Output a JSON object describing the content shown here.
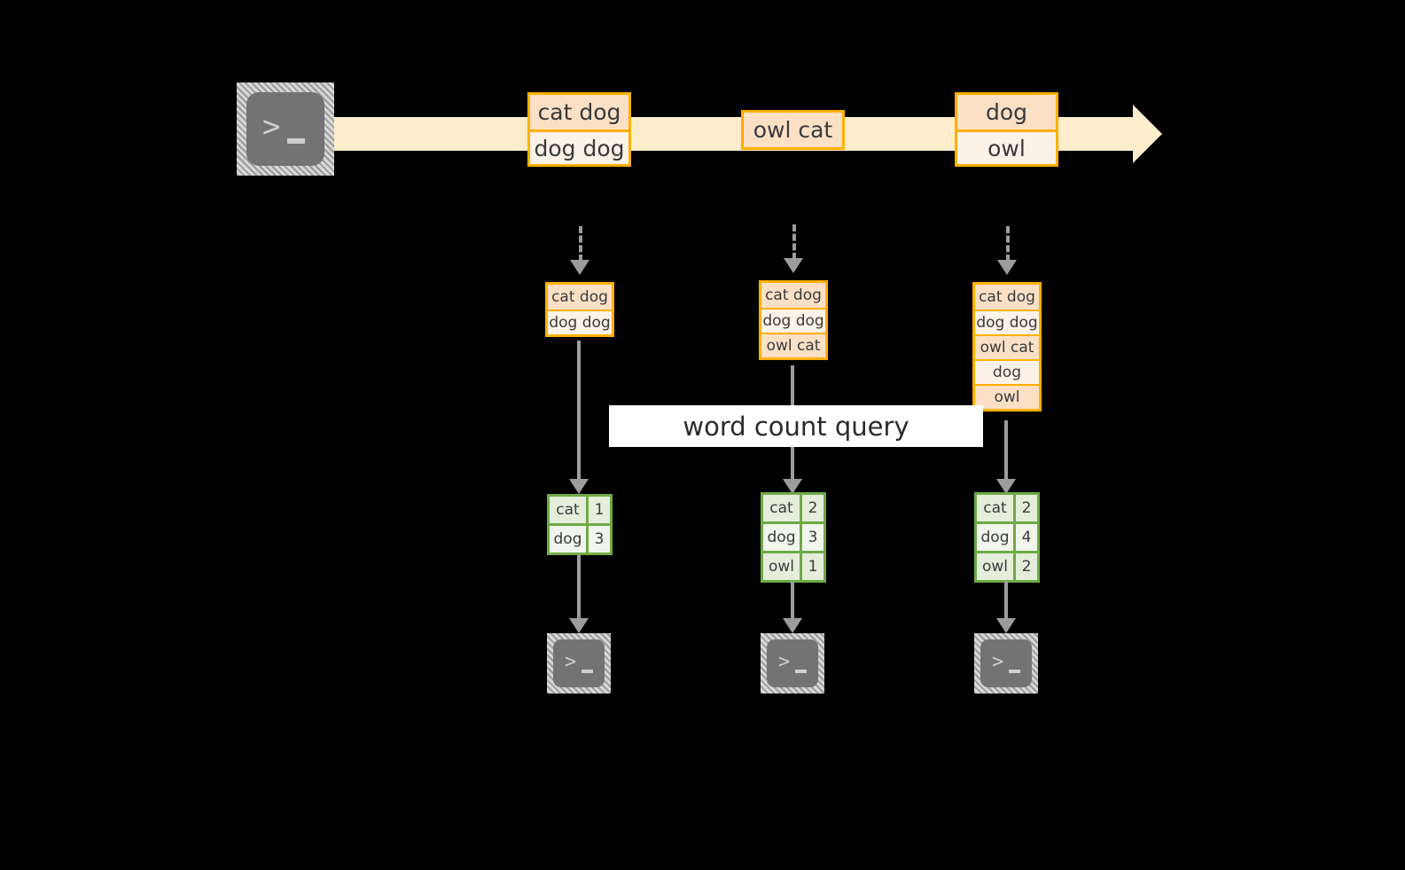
{
  "diagram": {
    "title_banner": "word count query",
    "colors": {
      "stream_fill": "#FDEDCB",
      "event_border": "#FFB000",
      "event_fill_alt": "#FBE0C6",
      "event_fill_plain": "#FDF2E7",
      "result_border": "#6FAA46",
      "result_fill": "#F1F6EC",
      "result_fill_shade": "#E4EEDB",
      "connector": "#9C9C9C",
      "terminal_body": "#737373",
      "background": "#000000"
    },
    "source": {
      "icon": "terminal-icon",
      "prompt_glyph": ">",
      "cursor_glyph": "_"
    },
    "stream": {
      "direction_icon": "arrow-right-icon",
      "events": [
        {
          "lines": [
            "cat dog",
            "dog dog"
          ]
        },
        {
          "lines": [
            "owl cat"
          ]
        },
        {
          "lines": [
            "dog",
            "owl"
          ]
        }
      ]
    },
    "snapshots": [
      {
        "label": "snapshot-1",
        "accumulated": [
          "cat dog",
          "dog dog"
        ],
        "result": {
          "rows": [
            {
              "key": "cat",
              "value": "1"
            },
            {
              "key": "dog",
              "value": "3"
            }
          ]
        },
        "sink_icon": "terminal-icon"
      },
      {
        "label": "snapshot-2",
        "accumulated": [
          "cat dog",
          "dog dog",
          "owl cat"
        ],
        "result": {
          "rows": [
            {
              "key": "cat",
              "value": "2"
            },
            {
              "key": "dog",
              "value": "3"
            },
            {
              "key": "owl",
              "value": "1"
            }
          ]
        },
        "sink_icon": "terminal-icon"
      },
      {
        "label": "snapshot-3",
        "accumulated": [
          "cat dog",
          "dog dog",
          "owl cat",
          "dog",
          "owl"
        ],
        "result": {
          "rows": [
            {
              "key": "cat",
              "value": "2"
            },
            {
              "key": "dog",
              "value": "4"
            },
            {
              "key": "owl",
              "value": "2"
            }
          ]
        },
        "sink_icon": "terminal-icon"
      }
    ]
  }
}
